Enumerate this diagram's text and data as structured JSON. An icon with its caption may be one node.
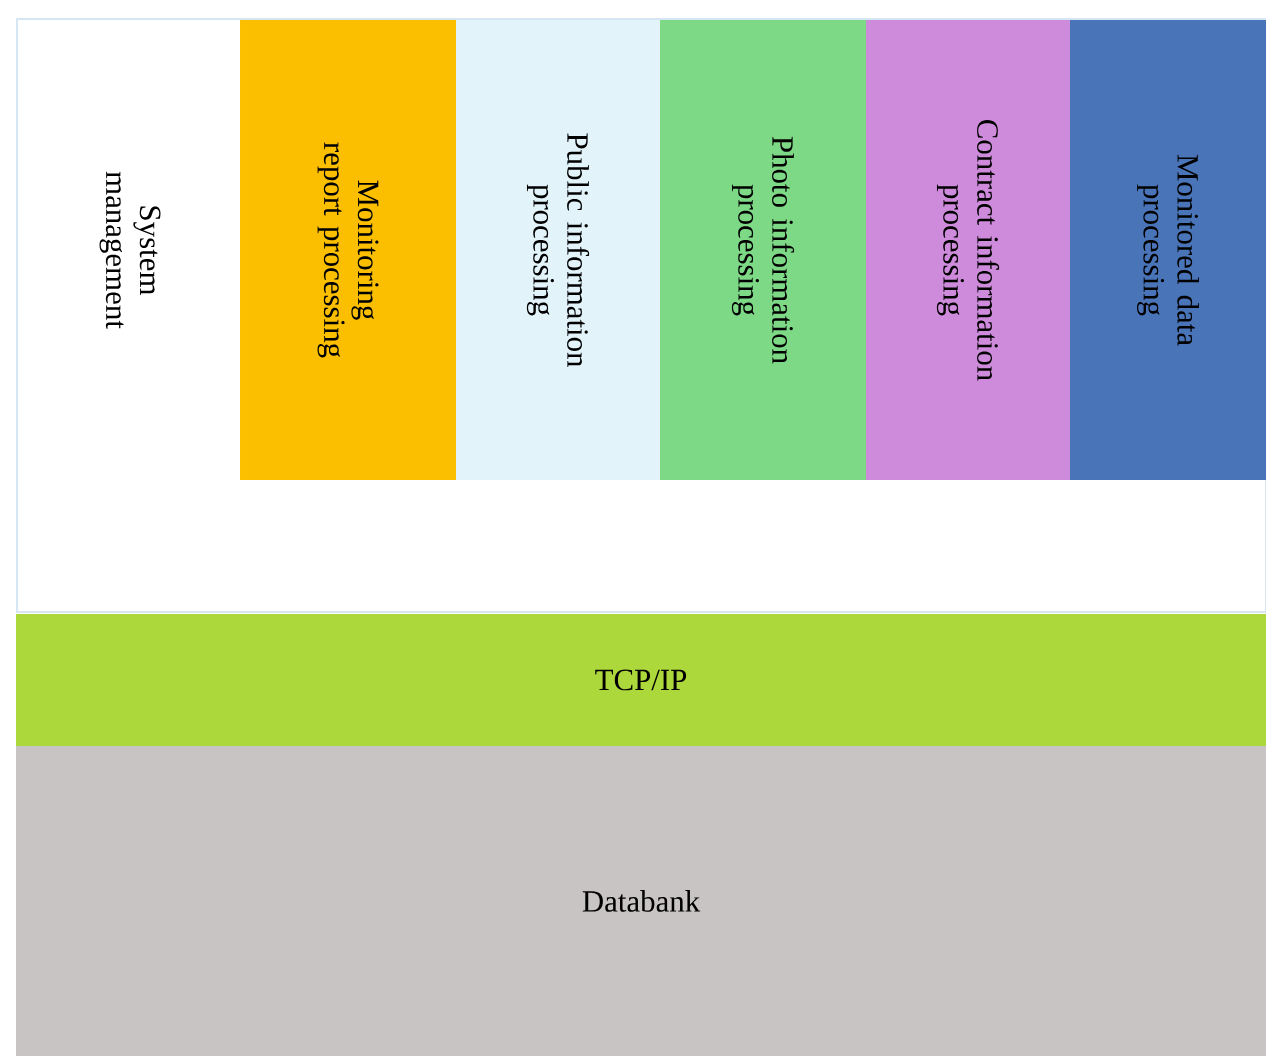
{
  "diagram": {
    "nodes": [
      {
        "text": [
          "System management"
        ]
      },
      {
        "text": [
          "Monitoring report processing"
        ]
      },
      {
        "text": [
          "Public information processing"
        ]
      },
      {
        "text": [
          "Photo information processing"
        ]
      },
      {
        "text": [
          "Contract information processing"
        ]
      },
      {
        "text": [
          "Monitored data processing"
        ]
      },
      {
        "text": [
          "TCP/IP"
        ]
      },
      {
        "text": [
          "Databank"
        ]
      }
    ]
  }
}
